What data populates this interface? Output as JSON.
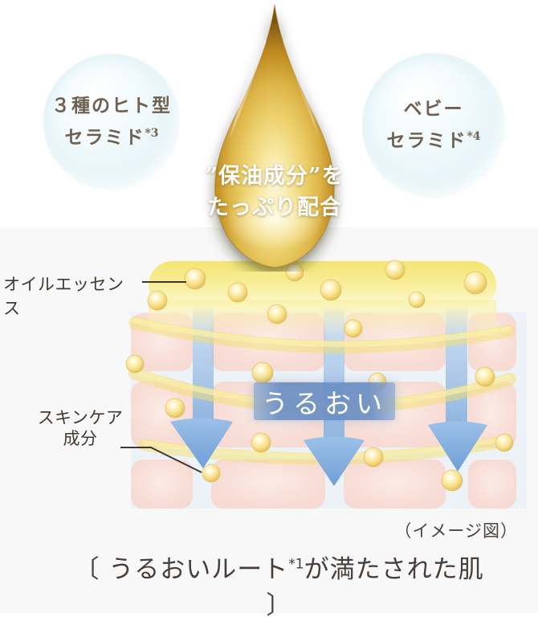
{
  "top": {
    "left_bubble": {
      "line1": "３種のヒト型",
      "line2": "セラミド",
      "line2_sup": "*3"
    },
    "right_bubble": {
      "line1": "ベビー",
      "line2": "セラミド",
      "line2_sup": "*4"
    },
    "droplet": {
      "line1": "”保油成分”を",
      "line2": "たっぷり配合"
    }
  },
  "diagram": {
    "oil_essence_label": "オイルエッセンス",
    "skincare_label_line1": "スキンケア",
    "skincare_label_line2": "成分",
    "moisture_banner": "うるおい"
  },
  "footer": {
    "image_note": "（イメージ図）",
    "caption_open": "〔 ",
    "caption_part1": "うるおいルート",
    "caption_sup": "*1",
    "caption_part2": "が満たされた肌",
    "caption_close": " 〕"
  },
  "colors": {
    "background_top": "#ffffff",
    "background_bottom": "#f8f8f8",
    "bubble_fill": "#e6f4f8",
    "bubble_text": "#6f6152",
    "droplet_gold": "#d9ae3e",
    "droplet_text": "#ffffff",
    "oil_band_yellow": "#f6e87d",
    "cell_pink": "#f7dcd4",
    "cell_gap_blue": "#edf2f8",
    "arrow_blue": "#7fabdc",
    "banner_blue": "#6e92c6",
    "bead_gold": "#eecc5e",
    "label_text": "#3f3931",
    "caption_text": "#453e3a"
  }
}
